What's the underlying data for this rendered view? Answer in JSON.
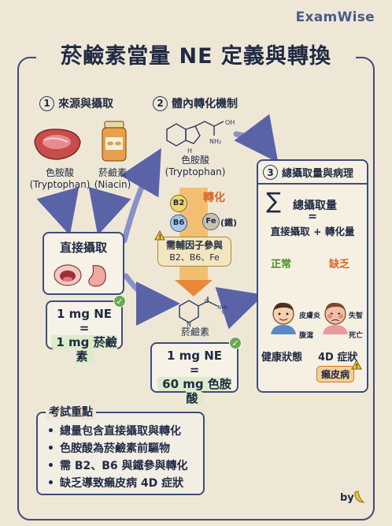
{
  "brand": "ExamWise",
  "title": "菸鹼素當量 NE 定義與轉換",
  "steps": {
    "s1": {
      "num": "1",
      "label": "來源與攝取"
    },
    "s2": {
      "num": "2",
      "label": "體內轉化機制"
    },
    "s3": {
      "num": "3",
      "label": "總攝取量與病理"
    }
  },
  "source": {
    "trp_name": "色胺酸",
    "trp_en": "(Tryptophan)",
    "niacin_name": "菸鹼素",
    "niacin_en": "(Niacin)",
    "direct_intake": "直接攝取",
    "eq1_line1": "1 mg NE",
    "eq1_line2": "=",
    "eq1_line3": "1 mg 菸鹼素"
  },
  "mechanism": {
    "trp_name": "色胺酸",
    "trp_en": "(Tryptophan)",
    "conversion": "轉化",
    "b2": "B2",
    "b6": "B6",
    "fe": "Fe",
    "fe_label": "(鐵)",
    "cofactor_line1": "需輔因子參與",
    "cofactor_line2": "B2、B6、Fe",
    "niacin_name": "菸鹼素",
    "eq2_line1": "1 mg NE",
    "eq2_line2": "=",
    "eq2_line3": "60 mg 色胺酸"
  },
  "pathology": {
    "sigma": "∑",
    "total": "總攝取量",
    "eq_sign": "=",
    "formula": "直接攝取 + 轉化量",
    "normal": "正常",
    "deficient": "缺乏",
    "healthy": "健康狀態",
    "symptoms": "4D 症狀",
    "pellagra": "癩皮病",
    "d1": "皮膚炎",
    "d2": "失智",
    "d3": "腹瀉",
    "d4": "死亡"
  },
  "key_points": {
    "heading": "考試重點",
    "items": [
      "總量包含直接攝取與轉化",
      "色胺酸為菸鹼素前驅物",
      "需 B2、B6 與鐵參與轉化",
      "缺乏導致癩皮病 4D 症狀"
    ]
  },
  "footer": {
    "by": "by"
  }
}
